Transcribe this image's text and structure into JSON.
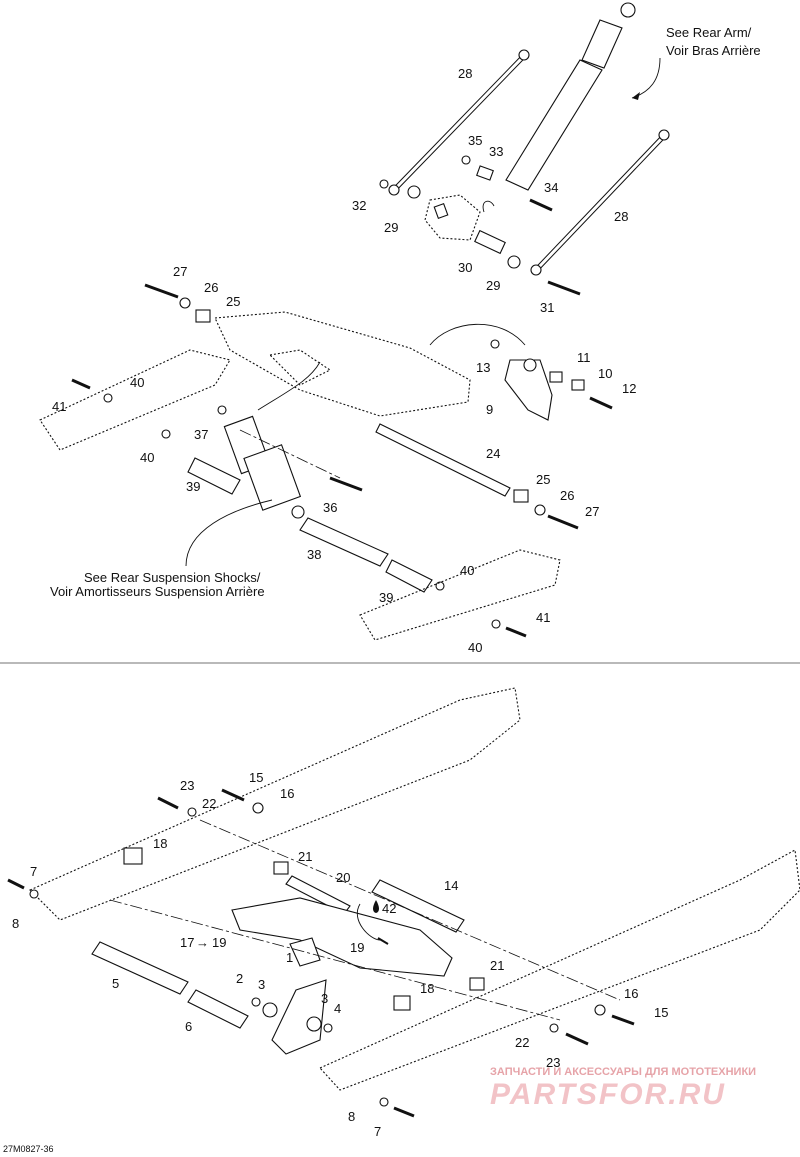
{
  "notes": {
    "rear_arm_1": "See Rear Arm/",
    "rear_arm_2": "Voir Bras Arrière",
    "shocks_1": "See Rear Suspension Shocks/",
    "shocks_2": "Voir Amortisseurs Suspension Arrière"
  },
  "drawing_code": "27M0827-36",
  "watermark": {
    "top": "ЗАПЧАСТИ И АКСЕССУАРЫ ДЛЯ МОТОТЕХНИКИ",
    "logo": "PARTSFOR.RU"
  },
  "top_callouts": [
    "28",
    "35",
    "33",
    "34",
    "32",
    "29",
    "28",
    "30",
    "29",
    "31",
    "27",
    "26",
    "25",
    "13",
    "11",
    "10",
    "12",
    "9",
    "40",
    "41",
    "37",
    "40",
    "24",
    "39",
    "25",
    "26",
    "27",
    "36",
    "38",
    "40",
    "39",
    "41",
    "40"
  ],
  "bottom_callouts": [
    "23",
    "15",
    "22",
    "16",
    "18",
    "21",
    "20",
    "14",
    "7",
    "8",
    "42",
    "17",
    "19",
    "19",
    "5",
    "2",
    "3",
    "1",
    "3",
    "4",
    "18",
    "21",
    "16",
    "15",
    "6",
    "22",
    "23",
    "8",
    "7"
  ],
  "arrow_glyph": "→"
}
